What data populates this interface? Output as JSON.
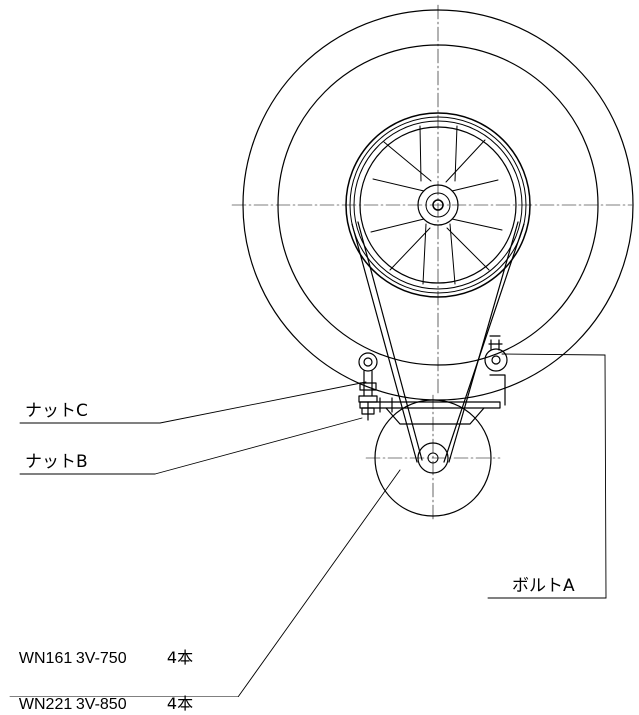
{
  "labels": {
    "nut_c": "ナットC",
    "nut_b": "ナットB",
    "bolt_a": "ボルトA"
  },
  "belts": [
    {
      "model": "WN161",
      "spec": "3V-750",
      "qty": "4本"
    },
    {
      "model": "WN221",
      "spec": "3V-850",
      "qty": "4本"
    }
  ]
}
